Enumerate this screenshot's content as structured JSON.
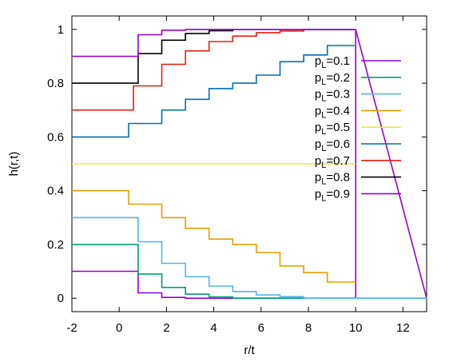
{
  "chart_data": {
    "type": "line",
    "xlabel": "r/t",
    "ylabel": "h(r,t)",
    "xlim": [
      -2,
      13
    ],
    "ylim": [
      -0.05,
      1.05
    ],
    "xticks": [
      "-2",
      "0",
      "2",
      "4",
      "6",
      "8",
      "10",
      "12"
    ],
    "yticks": [
      "0",
      "0.2",
      "0.4",
      "0.6",
      "0.8",
      "1"
    ],
    "legend_position": "right",
    "grid": false,
    "series": [
      {
        "name": "p_L=0.1",
        "label_base": "p",
        "label_sub": "L",
        "label_rest": "=0.1",
        "color": "#9400d3",
        "points": [
          [
            -2,
            0.1
          ],
          [
            0.8,
            0.1
          ],
          [
            0.8,
            0.02
          ],
          [
            1.8,
            0.02
          ],
          [
            1.8,
            0.003
          ],
          [
            2.8,
            0.003
          ],
          [
            2.8,
            0
          ],
          [
            10,
            0
          ],
          [
            10,
            1
          ],
          [
            13,
            0
          ]
        ]
      },
      {
        "name": "p_L=0.2",
        "label_base": "p",
        "label_sub": "L",
        "label_rest": "=0.2",
        "color": "#009e73",
        "points": [
          [
            -2,
            0.2
          ],
          [
            0.8,
            0.2
          ],
          [
            0.8,
            0.09
          ],
          [
            1.8,
            0.09
          ],
          [
            1.8,
            0.04
          ],
          [
            2.8,
            0.04
          ],
          [
            2.8,
            0.015
          ],
          [
            3.8,
            0.015
          ],
          [
            3.8,
            0.005
          ],
          [
            4.8,
            0.005
          ],
          [
            4.8,
            0
          ],
          [
            10,
            0
          ],
          [
            13,
            0
          ]
        ]
      },
      {
        "name": "p_L=0.3",
        "label_base": "p",
        "label_sub": "L",
        "label_rest": "=0.3",
        "color": "#56b4e9",
        "points": [
          [
            -2,
            0.3
          ],
          [
            0.8,
            0.3
          ],
          [
            0.8,
            0.21
          ],
          [
            1.8,
            0.21
          ],
          [
            1.8,
            0.13
          ],
          [
            2.8,
            0.13
          ],
          [
            2.8,
            0.08
          ],
          [
            3.8,
            0.08
          ],
          [
            3.8,
            0.045
          ],
          [
            4.8,
            0.045
          ],
          [
            4.8,
            0.025
          ],
          [
            5.8,
            0.025
          ],
          [
            5.8,
            0.012
          ],
          [
            6.8,
            0.012
          ],
          [
            6.8,
            0.006
          ],
          [
            7.8,
            0.006
          ],
          [
            7.8,
            0
          ],
          [
            10,
            0
          ],
          [
            13,
            0
          ]
        ]
      },
      {
        "name": "p_L=0.4",
        "label_base": "p",
        "label_sub": "L",
        "label_rest": "=0.4",
        "color": "#e69f00",
        "points": [
          [
            -2,
            0.4
          ],
          [
            0.4,
            0.4
          ],
          [
            0.4,
            0.35
          ],
          [
            1.8,
            0.35
          ],
          [
            1.8,
            0.3
          ],
          [
            2.8,
            0.3
          ],
          [
            2.8,
            0.26
          ],
          [
            3.8,
            0.26
          ],
          [
            3.8,
            0.22
          ],
          [
            4.8,
            0.22
          ],
          [
            4.8,
            0.2
          ],
          [
            5.8,
            0.2
          ],
          [
            5.8,
            0.17
          ],
          [
            6.8,
            0.17
          ],
          [
            6.8,
            0.12
          ],
          [
            7.8,
            0.12
          ],
          [
            7.8,
            0.095
          ],
          [
            8.8,
            0.095
          ],
          [
            8.8,
            0.06
          ],
          [
            10,
            0.06
          ]
        ]
      },
      {
        "name": "p_L=0.5",
        "label_base": "p",
        "label_sub": "L",
        "label_rest": "=0.5",
        "color": "#f0e442",
        "points": [
          [
            -2,
            0.5
          ],
          [
            10,
            0.5
          ]
        ]
      },
      {
        "name": "p_L=0.6",
        "label_base": "p",
        "label_sub": "L",
        "label_rest": "=0.6",
        "color": "#0072b2",
        "points": [
          [
            -2,
            0.6
          ],
          [
            0.4,
            0.6
          ],
          [
            0.4,
            0.65
          ],
          [
            1.8,
            0.65
          ],
          [
            1.8,
            0.7
          ],
          [
            2.8,
            0.7
          ],
          [
            2.8,
            0.74
          ],
          [
            3.8,
            0.74
          ],
          [
            3.8,
            0.78
          ],
          [
            4.8,
            0.78
          ],
          [
            4.8,
            0.8
          ],
          [
            5.8,
            0.8
          ],
          [
            5.8,
            0.83
          ],
          [
            6.8,
            0.83
          ],
          [
            6.8,
            0.88
          ],
          [
            7.8,
            0.88
          ],
          [
            7.8,
            0.905
          ],
          [
            8.8,
            0.905
          ],
          [
            8.8,
            0.94
          ],
          [
            10,
            0.94
          ]
        ]
      },
      {
        "name": "p_L=0.7",
        "label_base": "p",
        "label_sub": "L",
        "label_rest": "=0.7",
        "color": "#e51e10",
        "points": [
          [
            -2,
            0.7
          ],
          [
            0.6,
            0.7
          ],
          [
            0.6,
            0.79
          ],
          [
            1.8,
            0.79
          ],
          [
            1.8,
            0.87
          ],
          [
            2.8,
            0.87
          ],
          [
            2.8,
            0.92
          ],
          [
            3.8,
            0.92
          ],
          [
            3.8,
            0.955
          ],
          [
            4.8,
            0.955
          ],
          [
            4.8,
            0.975
          ],
          [
            5.8,
            0.975
          ],
          [
            5.8,
            0.988
          ],
          [
            6.8,
            0.988
          ],
          [
            6.8,
            0.994
          ],
          [
            7.8,
            0.994
          ],
          [
            7.8,
            1
          ],
          [
            10,
            1
          ]
        ]
      },
      {
        "name": "p_L=0.8",
        "label_base": "p",
        "label_sub": "L",
        "label_rest": "=0.8",
        "color": "#000000",
        "points": [
          [
            -2,
            0.8
          ],
          [
            0.8,
            0.8
          ],
          [
            0.8,
            0.91
          ],
          [
            1.8,
            0.91
          ],
          [
            1.8,
            0.96
          ],
          [
            2.8,
            0.96
          ],
          [
            2.8,
            0.985
          ],
          [
            3.8,
            0.985
          ],
          [
            3.8,
            0.995
          ],
          [
            4.8,
            0.995
          ],
          [
            4.8,
            1
          ],
          [
            10,
            1
          ]
        ]
      },
      {
        "name": "p_L=0.9",
        "label_base": "p",
        "label_sub": "L",
        "label_rest": "=0.9",
        "color": "#9400d3",
        "points": [
          [
            -2,
            0.9
          ],
          [
            0.8,
            0.9
          ],
          [
            0.8,
            0.98
          ],
          [
            1.8,
            0.98
          ],
          [
            1.8,
            0.997
          ],
          [
            2.8,
            0.997
          ],
          [
            2.8,
            1
          ],
          [
            10,
            1
          ]
        ]
      }
    ]
  }
}
